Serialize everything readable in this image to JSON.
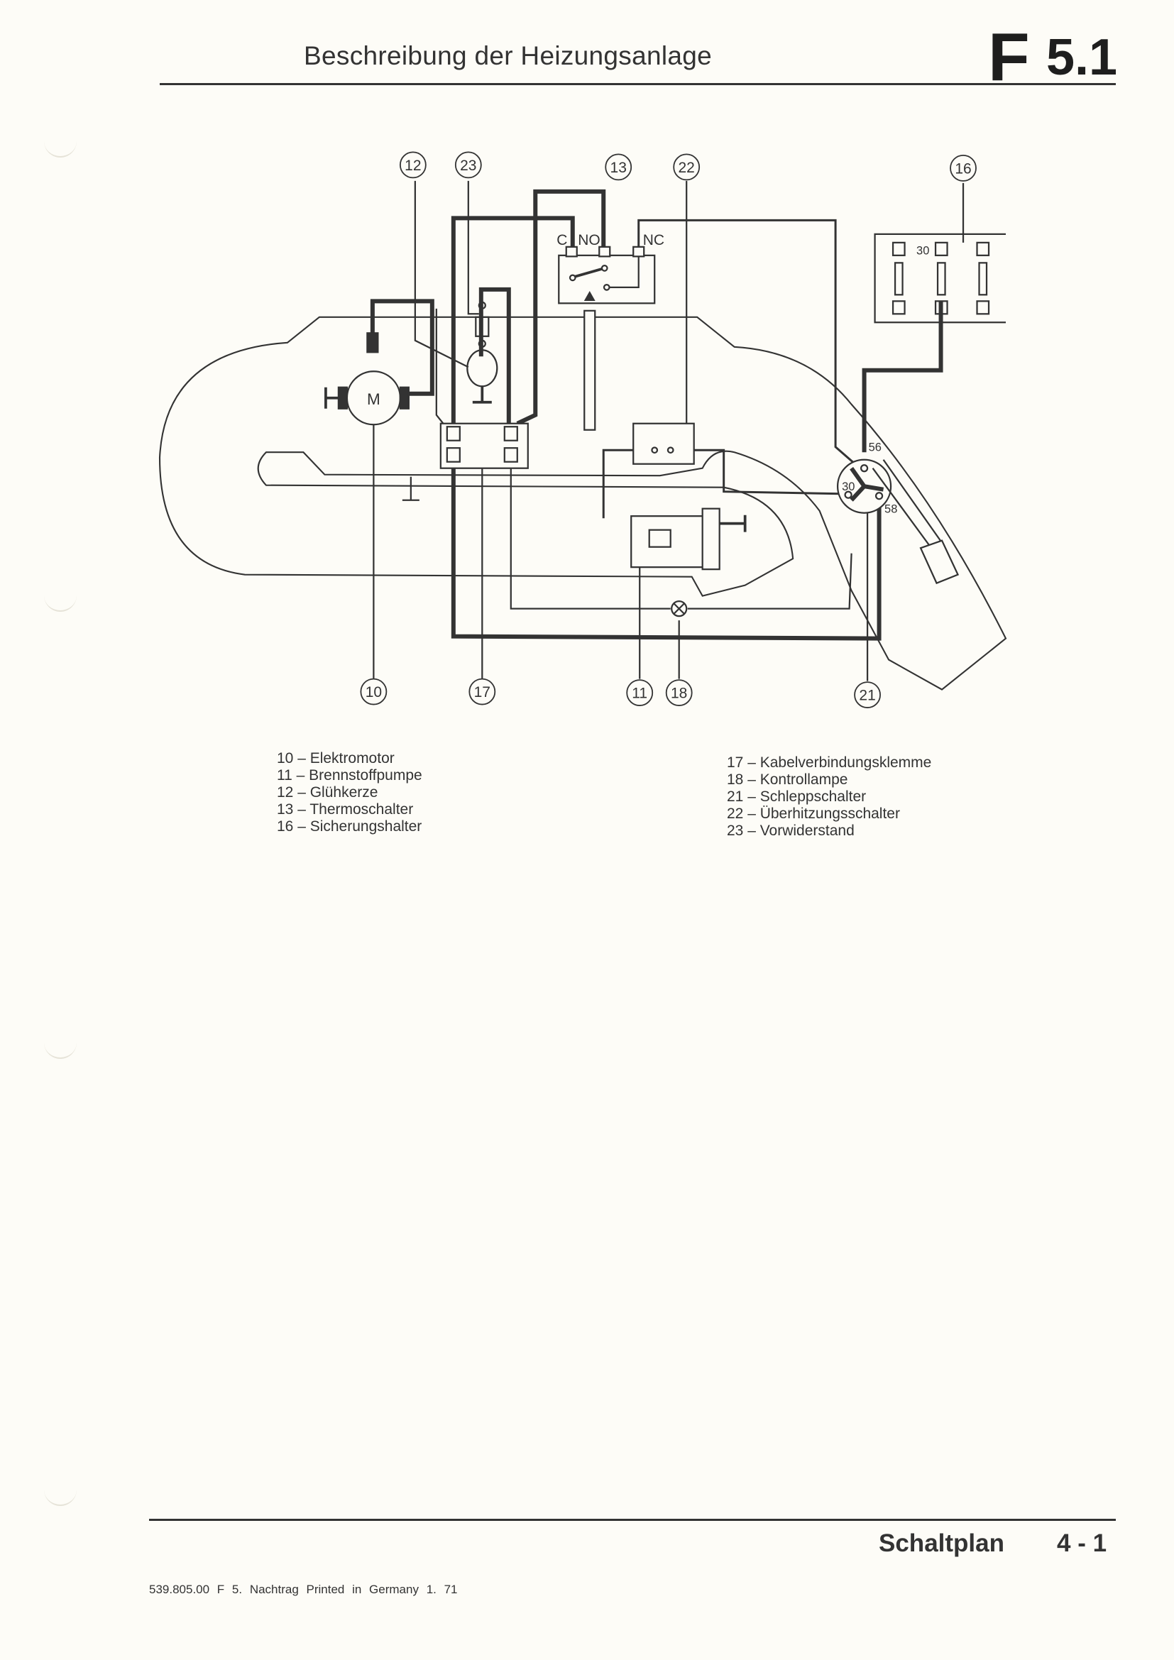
{
  "header": {
    "title": "Beschreibung der Heizungsanlage",
    "section_letter": "F",
    "section_number": "5.1"
  },
  "diagram": {
    "callouts_top": [
      "12",
      "23",
      "13",
      "22",
      "16"
    ],
    "callouts_bottom": [
      "10",
      "17",
      "11",
      "18",
      "21"
    ],
    "terminal_labels": {
      "c": "C",
      "no": "NO",
      "nc": "NC",
      "fuse_30": "30",
      "t56": "56",
      "t30": "30",
      "t58": "58",
      "motor": "M"
    }
  },
  "legend": {
    "left": [
      "10 – Elektromotor",
      "11 – Brennstoffpumpe",
      "12 – Glühkerze",
      "13 – Thermoschalter",
      "16 – Sicherungshalter"
    ],
    "right": [
      "17 – Kabelverbindungsklemme",
      "18 – Kontrollampe",
      "21 – Schleppschalter",
      "22 – Überhitzungsschalter",
      "23 – Vorwiderstand"
    ]
  },
  "footer": {
    "title": "Schaltplan",
    "page": "4 - 1",
    "print_info": "539.805.00 F 5. Nachtrag Printed in Germany 1. 71"
  }
}
